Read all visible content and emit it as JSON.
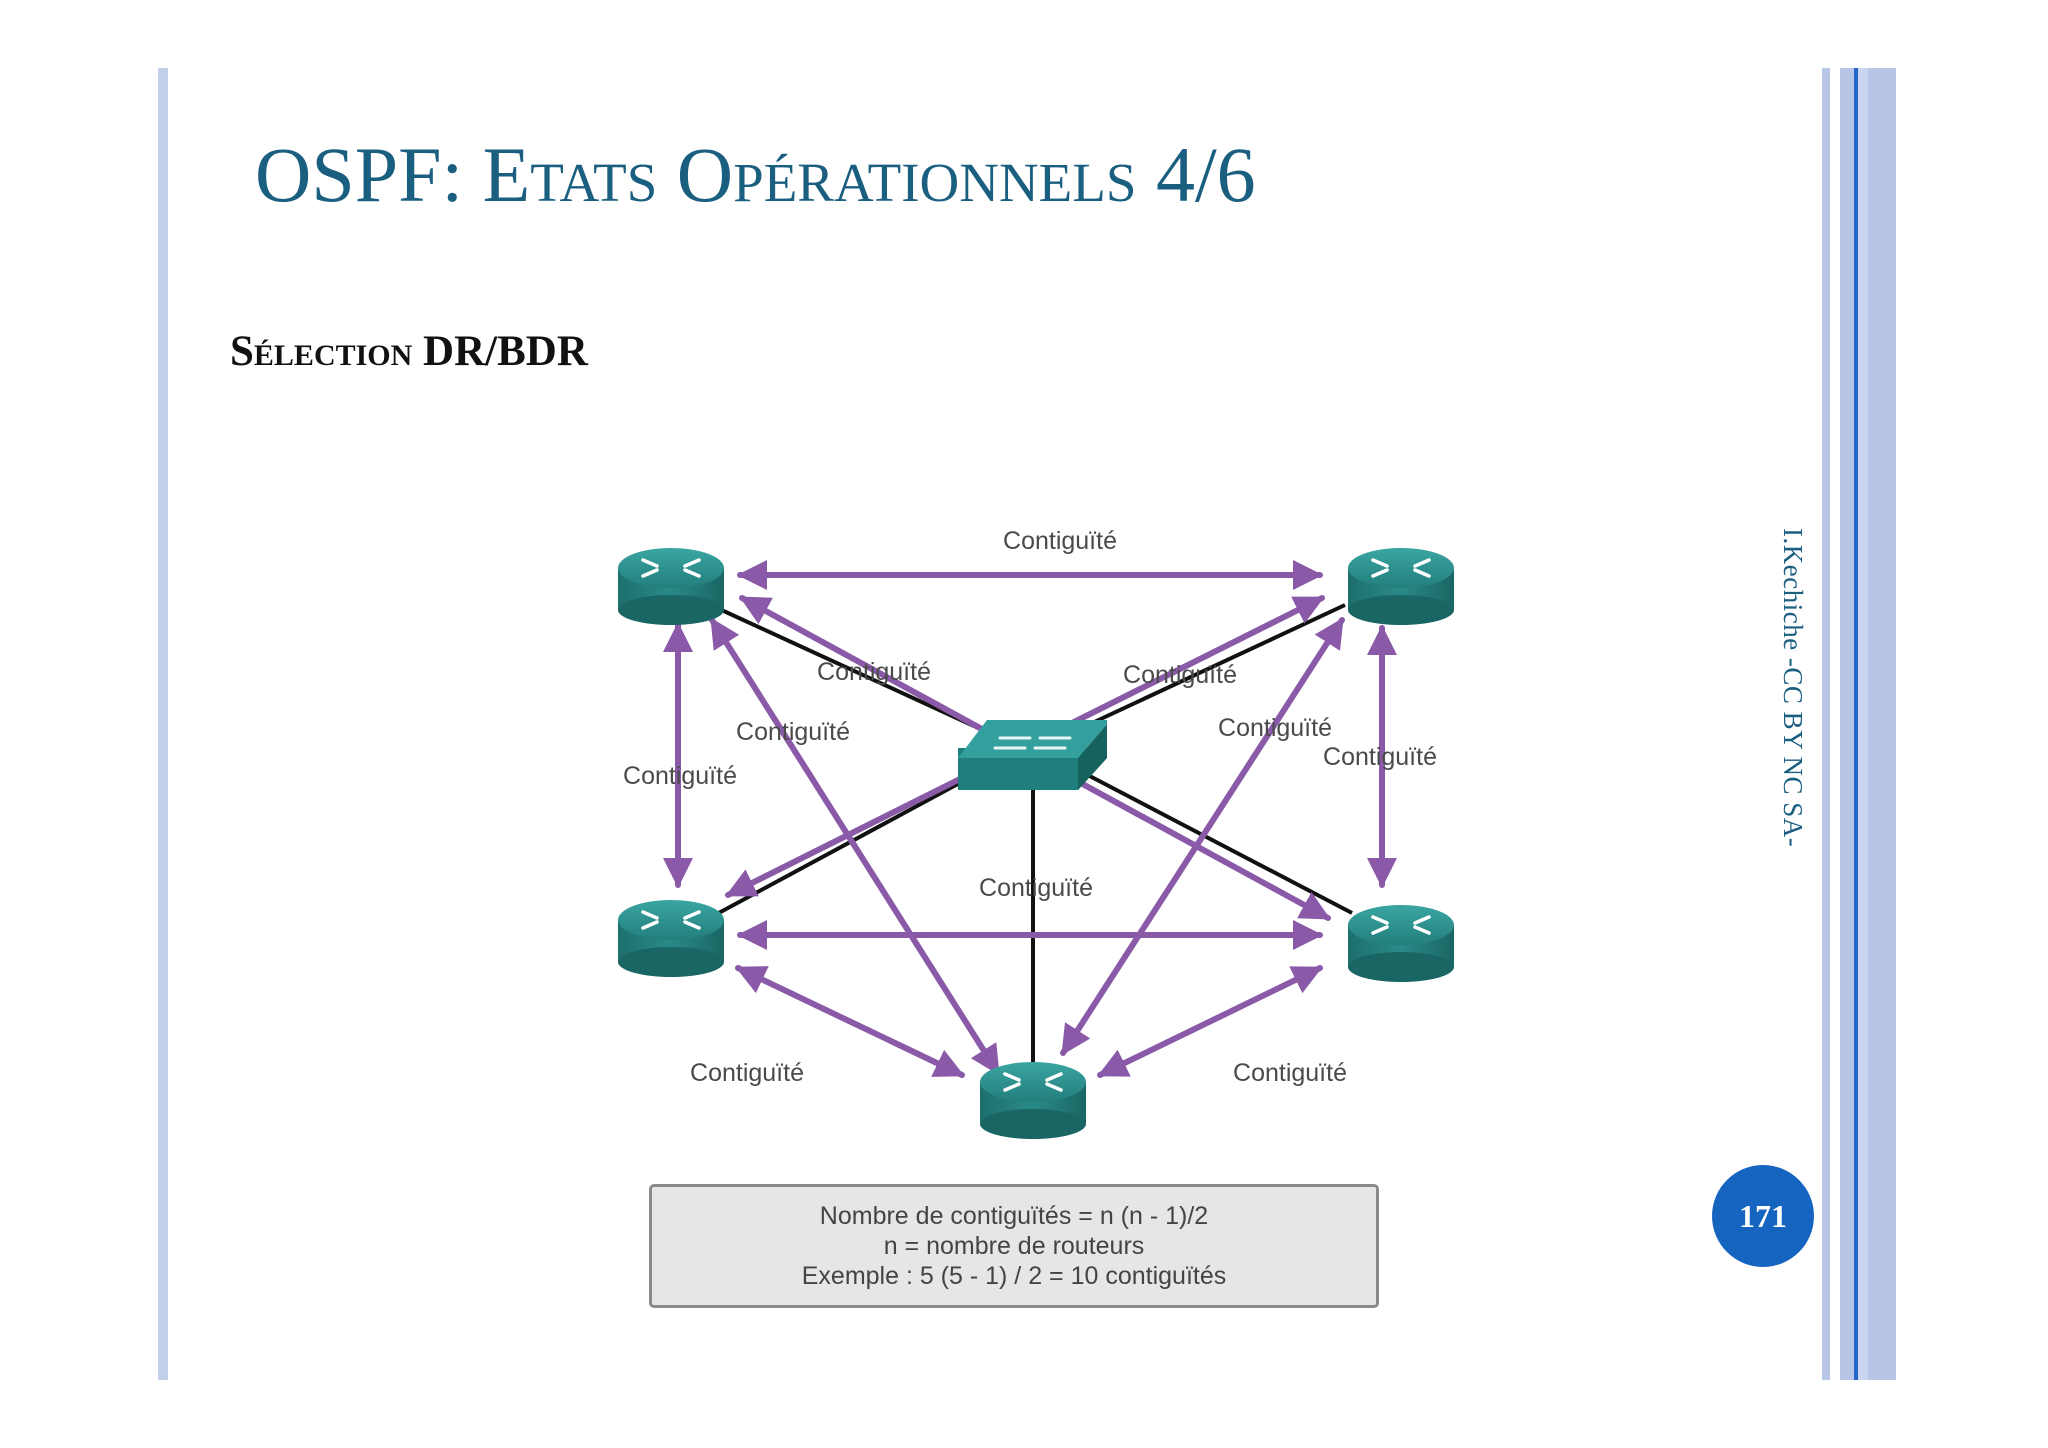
{
  "slide": {
    "title_prefix": "OSPF: ",
    "title_main": "Etats Opérationnels 4/6",
    "subtitle": "Sélection DR/BDR",
    "credit": "I.Kechiche -CC BY NC SA-",
    "page_number": "171"
  },
  "diagram": {
    "nodes": [
      "router",
      "router",
      "router",
      "router",
      "router",
      "switch"
    ],
    "adjacency_label": "Contiguïté",
    "adjacency_count": 10,
    "labels": [
      "Contiguïté",
      "Contiguïté",
      "Contiguïté",
      "Contiguïté",
      "Contiguïté",
      "Contiguïté",
      "Contiguïté",
      "Contiguïté",
      "Contiguïté",
      "Contiguïté"
    ],
    "formula_lines": [
      "Nombre de contiguïtés = n (n - 1)/2",
      "n = nombre de routeurs",
      "Exemple : 5 (5 - 1) / 2 = 10 contiguïtés"
    ],
    "colors": {
      "arrow": "#8a5aa8",
      "router": "#2a8a88",
      "link": "#111111",
      "title": "#1a5e80",
      "badge": "#1565c0"
    }
  }
}
